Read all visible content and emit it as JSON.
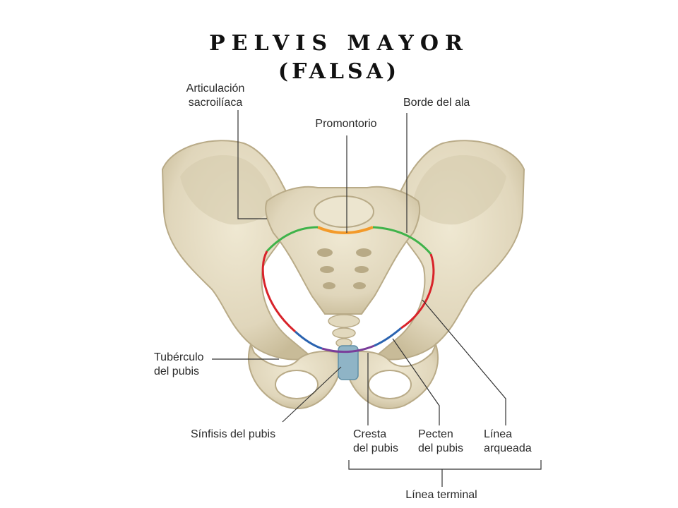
{
  "title": {
    "line1": "PELVIS MAYOR",
    "line2": "(FALSA)"
  },
  "labels": {
    "sacroiliac_1": "Articulación",
    "sacroiliac_2": "sacroilíaca",
    "promontory": "Promontorio",
    "ala_border": "Borde del ala",
    "pubic_tubercle_1": "Tubérculo",
    "pubic_tubercle_2": "del pubis",
    "pubic_symphysis": "Sínfisis del pubis",
    "pubic_crest_1": "Cresta",
    "pubic_crest_2": "del pubis",
    "pecten_1": "Pecten",
    "pecten_2": "del pubis",
    "arcuate_1": "Línea",
    "arcuate_2": "arqueada",
    "terminal_line": "Línea terminal"
  },
  "colors": {
    "bone": "#e4dcc3",
    "bone_shadow": "#c9bd9c",
    "promontory_line": "#f39a2a",
    "ala_line": "#3fb34a",
    "arcuate_line": "#d8232a",
    "pecten_line": "#2a63b0",
    "crest_line": "#7a3d9a",
    "symphysis": "#8fb4c6",
    "leader": "#333333"
  }
}
